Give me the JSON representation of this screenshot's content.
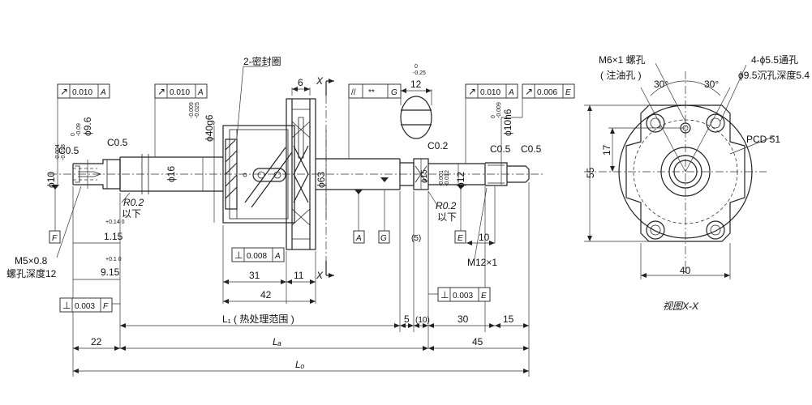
{
  "tolerance_frames": {
    "left_journal": {
      "symbol": "↗",
      "value": "0.010",
      "datum": "A"
    },
    "nut_flange": {
      "symbol": "↗",
      "value": "0.010",
      "datum": "A"
    },
    "thread_parallel": {
      "symbol": "//",
      "value": "**",
      "datum": "G"
    },
    "right_journal": {
      "symbol": "↗",
      "value": "0.010",
      "datum": "A"
    },
    "right_end": {
      "symbol": "↗",
      "value": "0.006",
      "datum": "E"
    },
    "nut_perp": {
      "symbol": "⊥",
      "value": "0.008",
      "datum": "A"
    },
    "left_face_perp": {
      "symbol": "⊥",
      "value": "0.003",
      "datum": "F"
    },
    "right_face_perp": {
      "symbol": "⊥",
      "value": "0.003",
      "datum": "E"
    }
  },
  "datums": {
    "a": "A",
    "g": "G",
    "e": "E",
    "f": "F"
  },
  "labels": {
    "seal": "2-密封圈",
    "section_mark": "X",
    "d10": "ϕ10",
    "d10_tol_upper": "-0.004",
    "d10_tol_lower": "-0.013",
    "d9_6": "ϕ9.6",
    "d9_6_tol_upper": "0",
    "d9_6_tol_lower": "-0.09",
    "c05_left_1": "C0.5",
    "c05_left_2": "C0.5",
    "d16": "ϕ16",
    "d40g6": "ϕ40g6",
    "d40_tol_upper": "-0.009",
    "d40_tol_lower": "-0.025",
    "d63": "ϕ63",
    "d15": "ϕ15",
    "d12": "ϕ12",
    "d12_tol_upper": "-0.001",
    "d12_tol_lower": "-0.012",
    "d10h6": "ϕ10h6",
    "d10h6_tol_upper": "0",
    "d10h6_tol_lower": "-0.009",
    "c02": "C0.2",
    "c05_right_1": "C0.5",
    "c05_right_2": "C0.5",
    "r02_left": "R0.2",
    "below_left": "以下",
    "r02_right": "R0.2",
    "below_right": "以下",
    "m5": "M5×0.8",
    "m5_depth": "螺孔深度12",
    "m12": "M12×1",
    "dim_6": "6",
    "dim_12": "12",
    "dim_12_tol_upper": "0",
    "dim_12_tol_lower": "-0.25",
    "dim_1_15": "1.15",
    "dim_1_15_tol": "+0.14\n0",
    "dim_9_15": "9.15",
    "dim_9_15_tol": "+0.1\n0",
    "dim_5_paren": "(5)",
    "dim_10": "10",
    "dim_31": "31",
    "dim_11": "11",
    "dim_42": "42",
    "dim_l1": "L₁ ( 热处理范围 )",
    "dim_5": "5",
    "dim_10_paren": "(10)",
    "dim_30": "30",
    "dim_15": "15",
    "dim_22": "22",
    "dim_la": "Lₐ",
    "dim_45": "45",
    "dim_lo": "Lₒ"
  },
  "view_x": {
    "m6": "M6×1 螺孔",
    "m6_note": "( 注油孔 )",
    "holes": "4-ϕ5.5通孔",
    "cbore": "ϕ9.5沉孔深度5.4",
    "angle_1": "30°",
    "angle_2": "30°",
    "pcd": "PCD 51",
    "dim_17": "17",
    "dim_55": "55",
    "dim_40": "40",
    "caption": "视图X-X"
  }
}
